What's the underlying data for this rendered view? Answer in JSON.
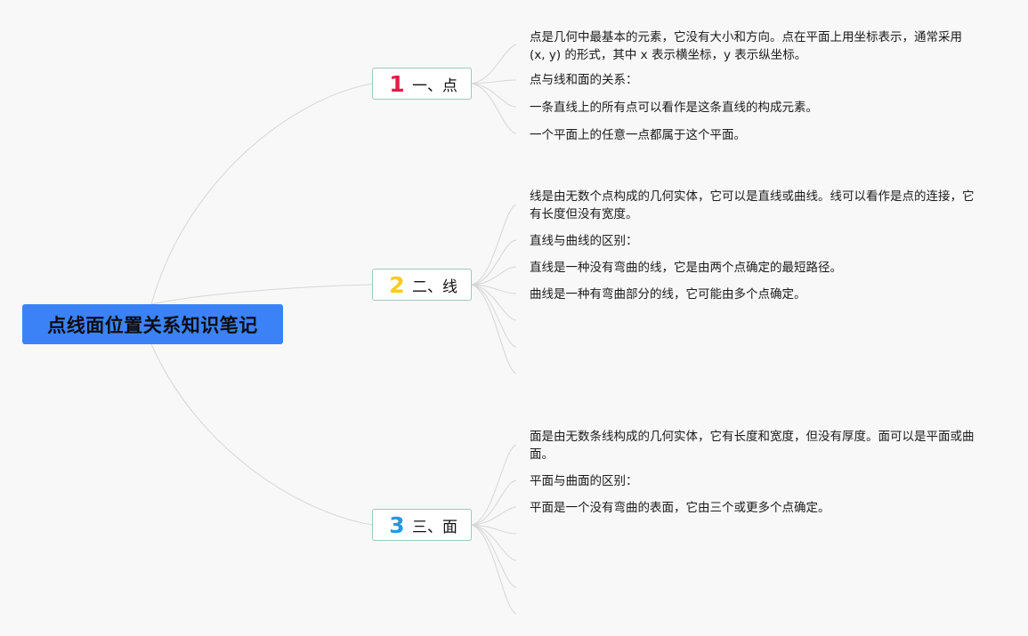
{
  "root": {
    "title": "点线面位置关系知识笔记"
  },
  "branches": [
    {
      "number": "1",
      "number_color": "#e11d48",
      "label": "一、点",
      "leaves": [
        "点是几何中最基本的元素，它没有大小和方向。点在平面上用坐标表示，通常采用 (x, y) 的形式，其中 x 表示横坐标，y 表示纵坐标。",
        "点与线和面的关系：",
        "一条直线上的所有点可以看作是这条直线的构成元素。",
        "一个平面上的任意一点都属于这个平面。"
      ]
    },
    {
      "number": "2",
      "number_color": "#facc15",
      "label": "二、线",
      "leaves": [
        "线是由无数个点构成的几何实体，它可以是直线或曲线。线可以看作是点的连接，它有长度但没有宽度。",
        "直线与曲线的区别：",
        "直线是一种没有弯曲的线，它是由两个点确定的最短路径。",
        "曲线是一种有弯曲部分的线，它可能由多个点确定。"
      ]
    },
    {
      "number": "3",
      "number_color": "#1e9be0",
      "label": "三、面",
      "leaves": [
        "面是由无数条线构成的几何实体，它有长度和宽度，但没有厚度。面可以是平面或曲面。",
        "平面与曲面的区别：",
        "平面是一个没有弯曲的表面，它由三个或更多个点确定。"
      ]
    }
  ],
  "colors": {
    "root_bg": "#3b82f6",
    "branch_border": "#9ec9b7",
    "edge": "#d6d6d6",
    "background": "#f8f8f8"
  }
}
